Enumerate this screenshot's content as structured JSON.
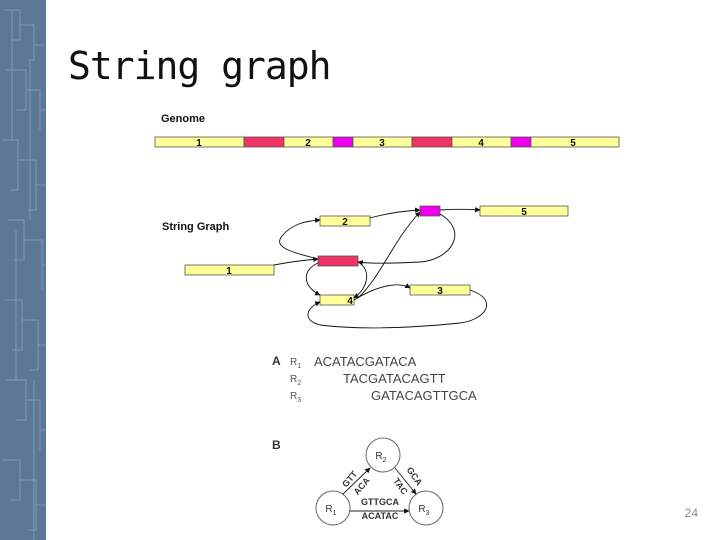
{
  "slide": {
    "title": "String graph",
    "number": "24"
  },
  "colors": {
    "sidebar": "#5b7896",
    "segment": "#ffff99",
    "repeat_red": "#ee3366",
    "repeat_magenta": "#ee00ee"
  },
  "figure": {
    "genome": {
      "label": "Genome",
      "segments": [
        {
          "label": "1",
          "kind": "unique"
        },
        {
          "label": "",
          "kind": "repeat-red"
        },
        {
          "label": "2",
          "kind": "unique"
        },
        {
          "label": "",
          "kind": "repeat-magenta"
        },
        {
          "label": "3",
          "kind": "unique"
        },
        {
          "label": "",
          "kind": "repeat-red"
        },
        {
          "label": "4",
          "kind": "unique"
        },
        {
          "label": "",
          "kind": "repeat-magenta"
        },
        {
          "label": "5",
          "kind": "unique"
        }
      ]
    },
    "string_graph": {
      "label": "String Graph",
      "nodes": [
        "1",
        "2",
        "3",
        "4",
        "5"
      ]
    },
    "panel_a": {
      "label": "A",
      "reads": [
        {
          "name": "R",
          "sub": "1",
          "seq": "ACATACGATACA"
        },
        {
          "name": "R",
          "sub": "2",
          "seq": "TACGATACAGTT"
        },
        {
          "name": "R",
          "sub": "3",
          "seq": "GATACAGTTGCA"
        }
      ]
    },
    "panel_b": {
      "label": "B",
      "nodes": [
        {
          "name": "R",
          "sub": "1"
        },
        {
          "name": "R",
          "sub": "2"
        },
        {
          "name": "R",
          "sub": "3"
        }
      ],
      "edges": {
        "r1_r2_top": "GTT",
        "r1_r2_bottom": "ACA",
        "r2_r3_top": "GCA",
        "r2_r3_bottom": "TAC",
        "r1_r3_top": "GTTGCA",
        "r1_r3_bottom": "ACATAC"
      }
    }
  }
}
